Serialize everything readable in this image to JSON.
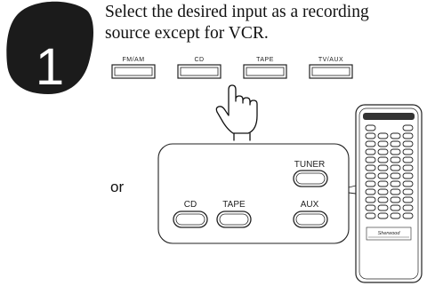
{
  "step": {
    "number": "1",
    "text_line1": "Select the desired input as a recording",
    "text_line2": "source except for VCR."
  },
  "front_panel": {
    "buttons": [
      "FM/AM",
      "CD",
      "TAPE",
      "TV/AUX"
    ]
  },
  "or_label": "or",
  "remote_panel": {
    "tuner_label": "TUNER",
    "cd_label": "CD",
    "tape_label": "TAPE",
    "aux_label": "AUX"
  },
  "remote_control": {
    "brand": "Sherwood"
  }
}
